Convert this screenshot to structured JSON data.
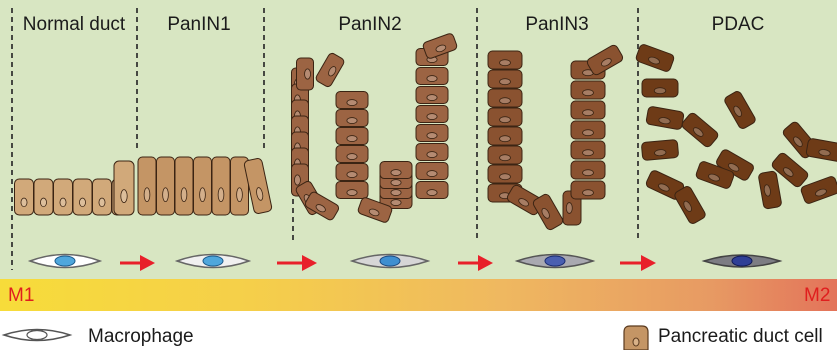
{
  "stages": [
    {
      "label": "Normal duct"
    },
    {
      "label": "PanIN1"
    },
    {
      "label": "PanIN2"
    },
    {
      "label": "PanIN3"
    },
    {
      "label": "PDAC"
    }
  ],
  "gradient": {
    "left_label": "M1",
    "right_label": "M2"
  },
  "legend": {
    "macrophage_label": "Macrophage",
    "duct_cell_label": "Pancreatic duct cell"
  },
  "colors": {
    "background": "#d8e6c2",
    "normal_cell": "#d1a97a",
    "panin1_cell": "#c49565",
    "panin2_cell": "#9c6443",
    "panin3_cell": "#8a5230",
    "pdac_cell": "#6e3b17",
    "arrow": "#e8202a",
    "label_red": "#e01e1e"
  }
}
